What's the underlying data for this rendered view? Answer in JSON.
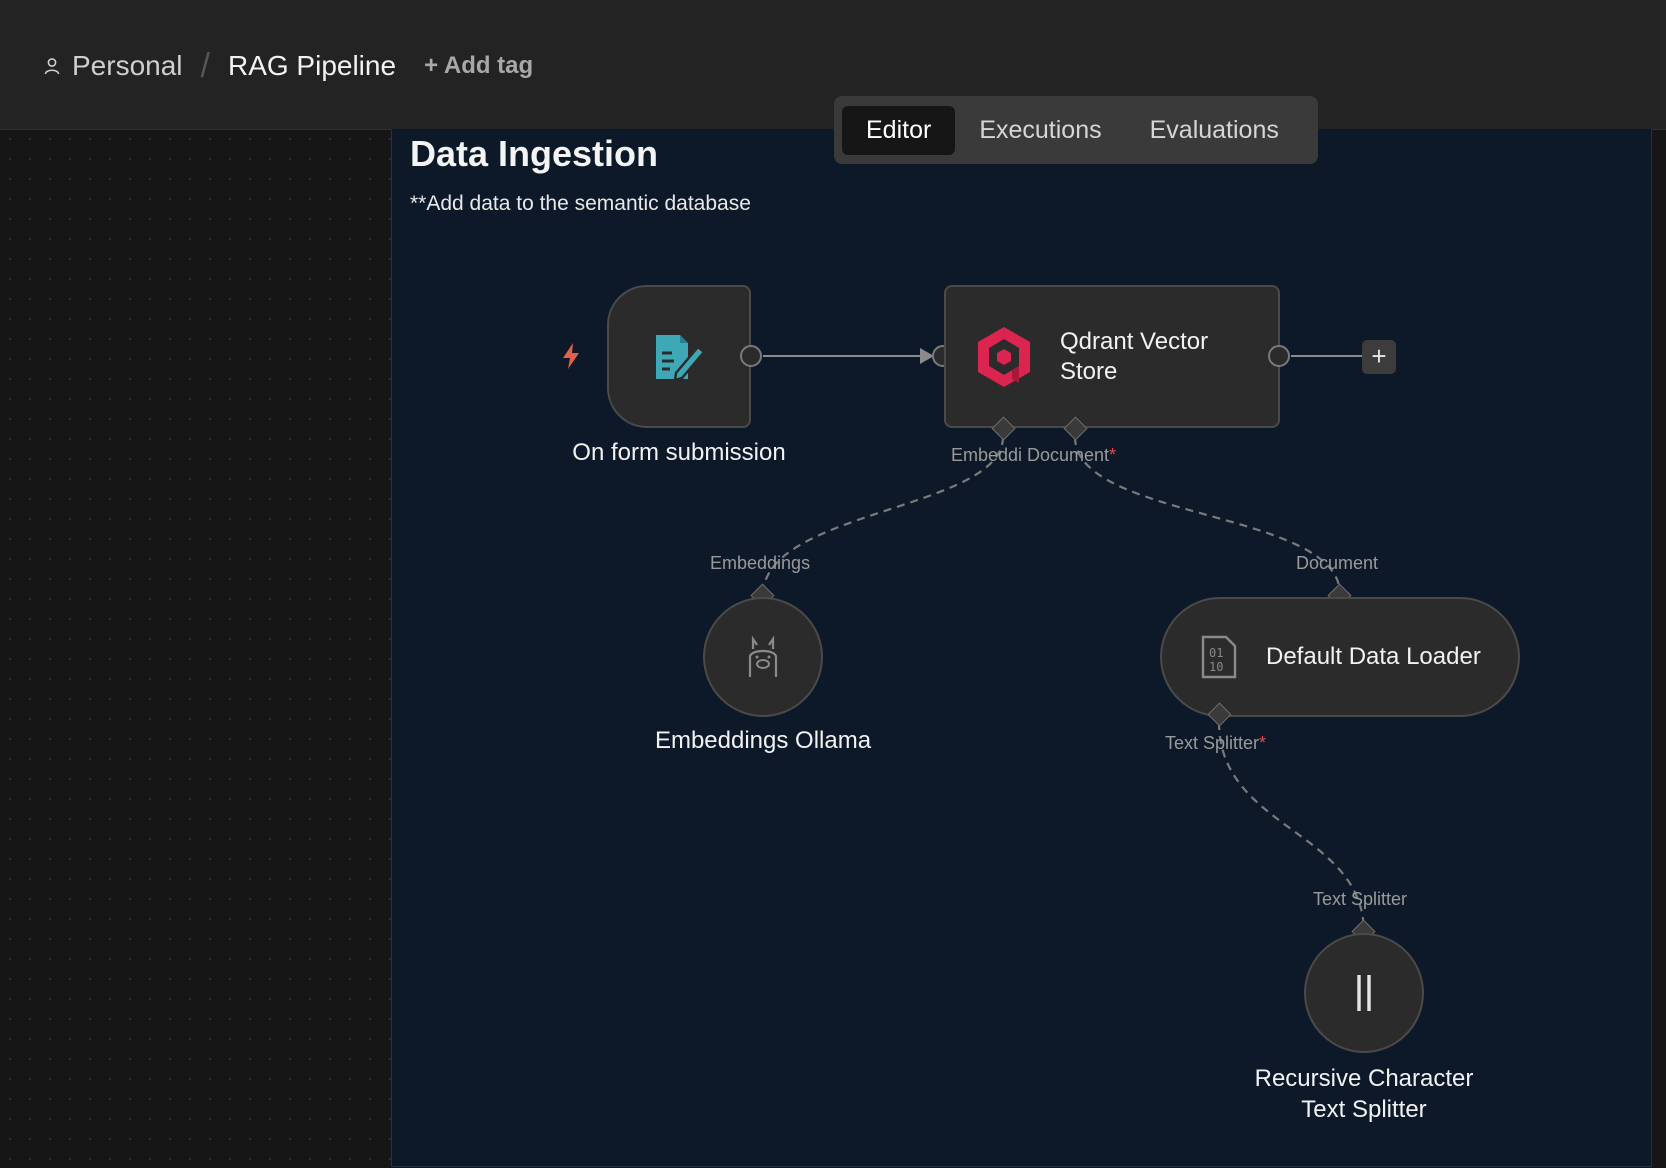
{
  "header": {
    "workspace": "Personal",
    "separator": "/",
    "workflow_name": "RAG Pipeline",
    "add_tag": "+ Add tag"
  },
  "tabs": [
    {
      "label": "Editor",
      "active": true
    },
    {
      "label": "Executions",
      "active": false
    },
    {
      "label": "Evaluations",
      "active": false
    }
  ],
  "sticky": {
    "title": "Data Ingestion",
    "subtitle": "**Add data to the semantic database"
  },
  "nodes": {
    "form": {
      "label": "On form submission",
      "icon": "form-edit-icon"
    },
    "qdrant": {
      "label_line1": "Qdrant Vector",
      "label_line2": "Store",
      "icon": "qdrant-icon",
      "port_embedding": "Embeddi",
      "port_document": "Document",
      "required_mark": "*"
    },
    "ollama": {
      "label": "Embeddings Ollama",
      "port_label": "Embeddings",
      "icon": "ollama-llama-icon"
    },
    "loader": {
      "label": "Default Data Loader",
      "port_top": "Document",
      "port_bottom": "Text Splitter",
      "required_mark": "*",
      "icon": "binary-file-icon"
    },
    "splitter": {
      "label_line1": "Recursive Character",
      "label_line2": "Text Splitter",
      "port_label": "Text Splitter",
      "icon": "split-bars-icon"
    }
  },
  "add_button": "+",
  "colors": {
    "canvas": "#161616",
    "sticky_bg": "#0d1929",
    "node_bg": "#2b2b2b",
    "trigger_accent": "#e0624a",
    "form_icon": "#3fa8b6",
    "qdrant_red": "#dc2450",
    "required": "#e5484d"
  }
}
